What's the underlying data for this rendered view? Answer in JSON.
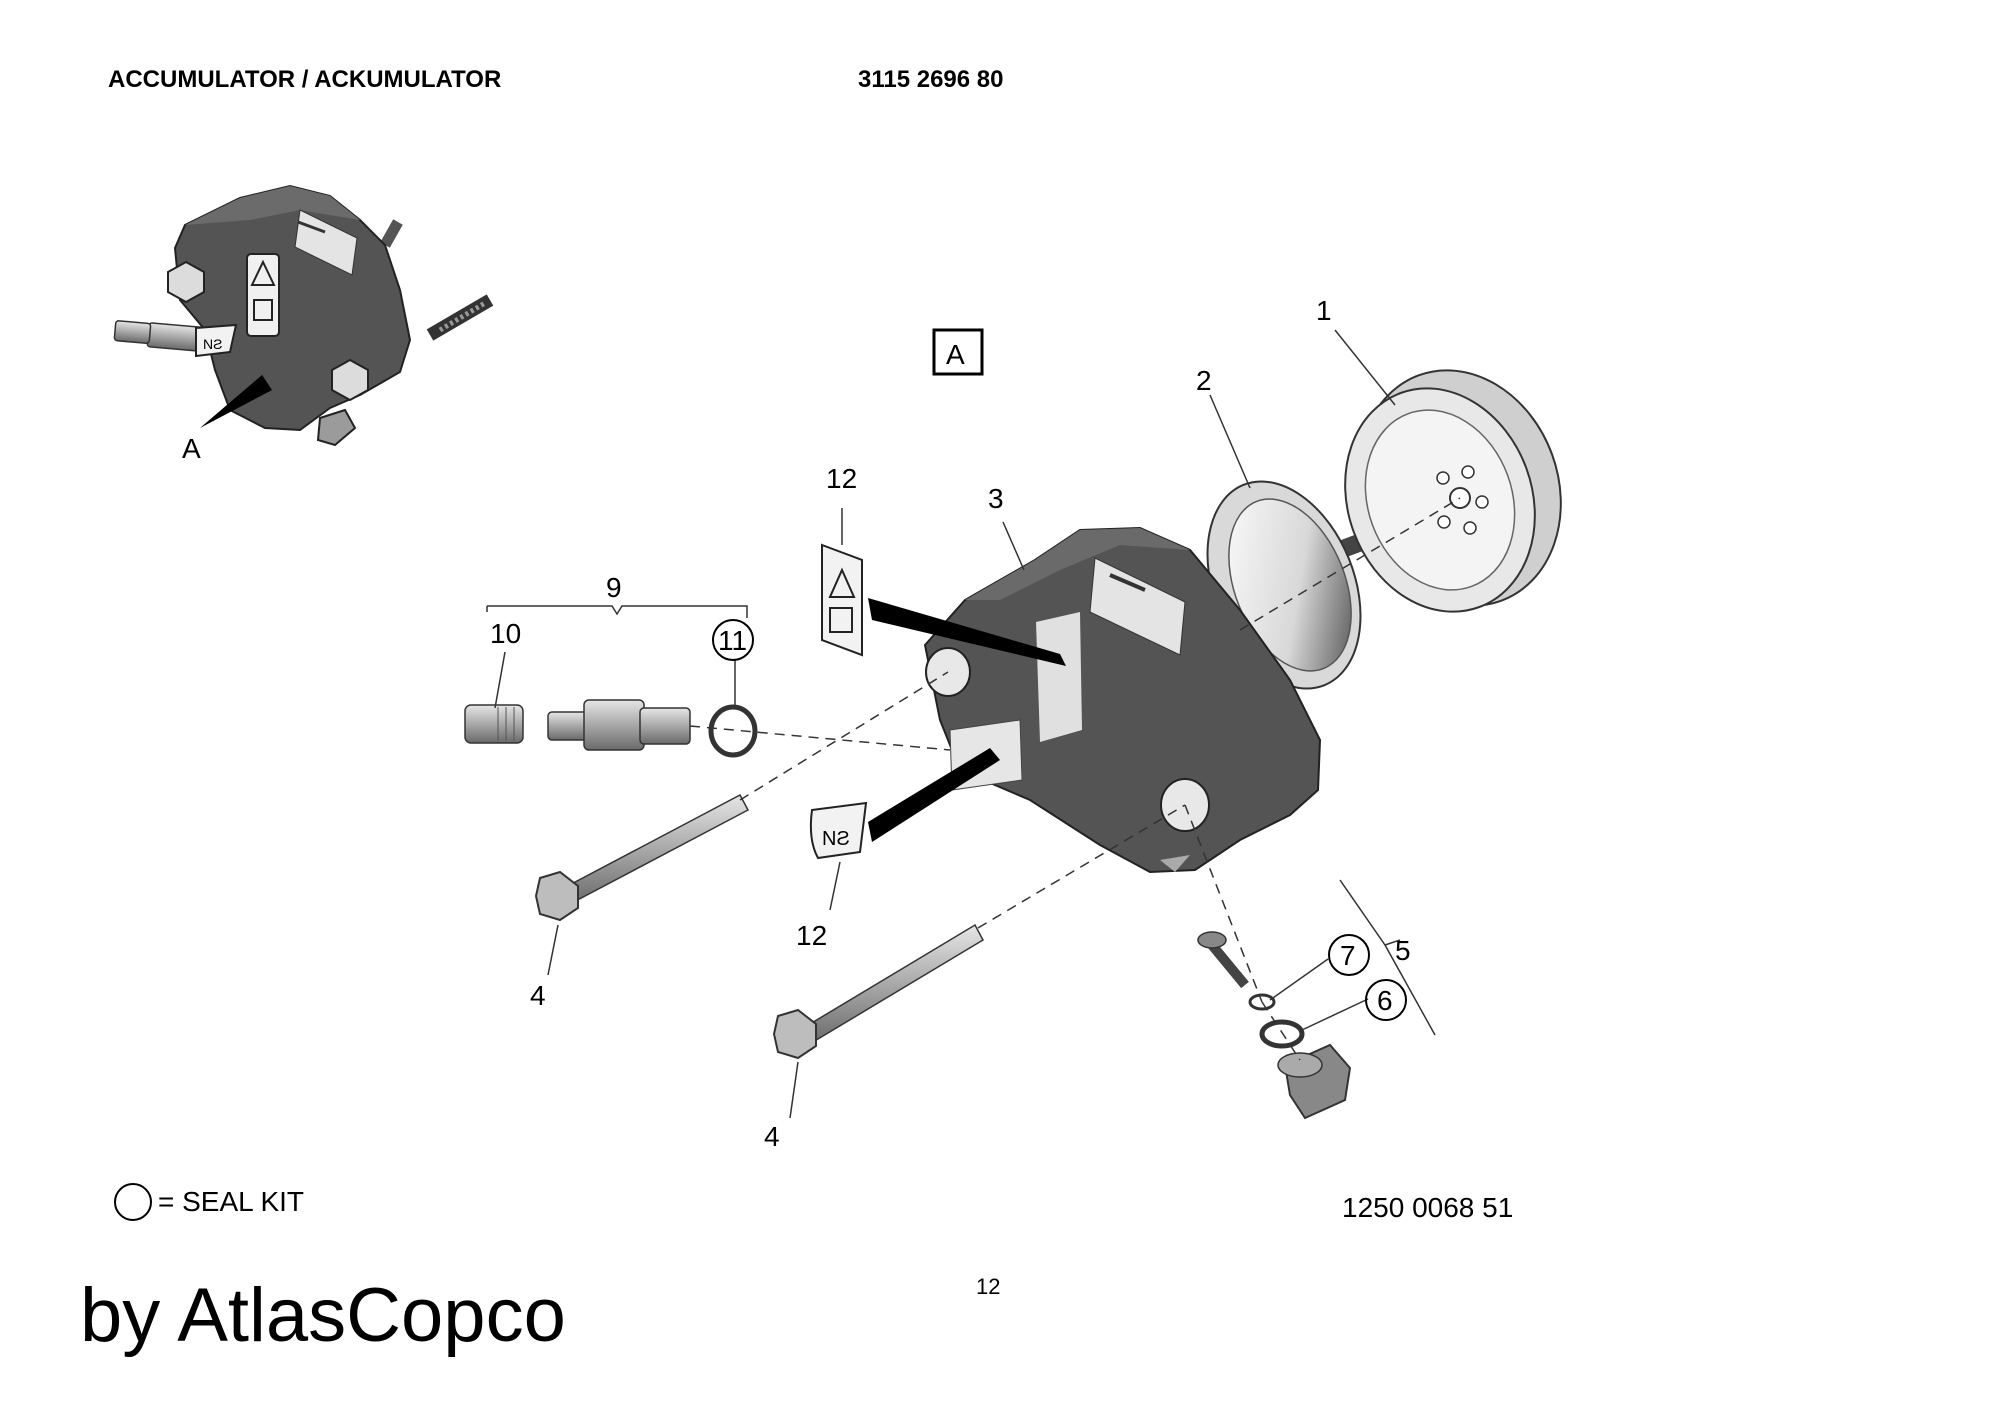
{
  "header": {
    "title": "ACCUMULATOR / ACKUMULATOR",
    "part_number": "3115 2696 80"
  },
  "diagram": {
    "view_label": "A",
    "overview_pointer_label": "A",
    "callouts": {
      "c1": "1",
      "c2": "2",
      "c3": "3",
      "c4a": "4",
      "c4b": "4",
      "c5": "5",
      "c6": "6",
      "c7": "7",
      "c9": "9",
      "c10": "10",
      "c11": "11",
      "c12a": "12",
      "c12b": "12"
    },
    "sticker_text": "NƧ"
  },
  "legend": {
    "text": "= SEAL KIT"
  },
  "footer": {
    "drawing_number": "1250 0068 51",
    "page_number": "12",
    "brand": "by AtlasCopco"
  }
}
